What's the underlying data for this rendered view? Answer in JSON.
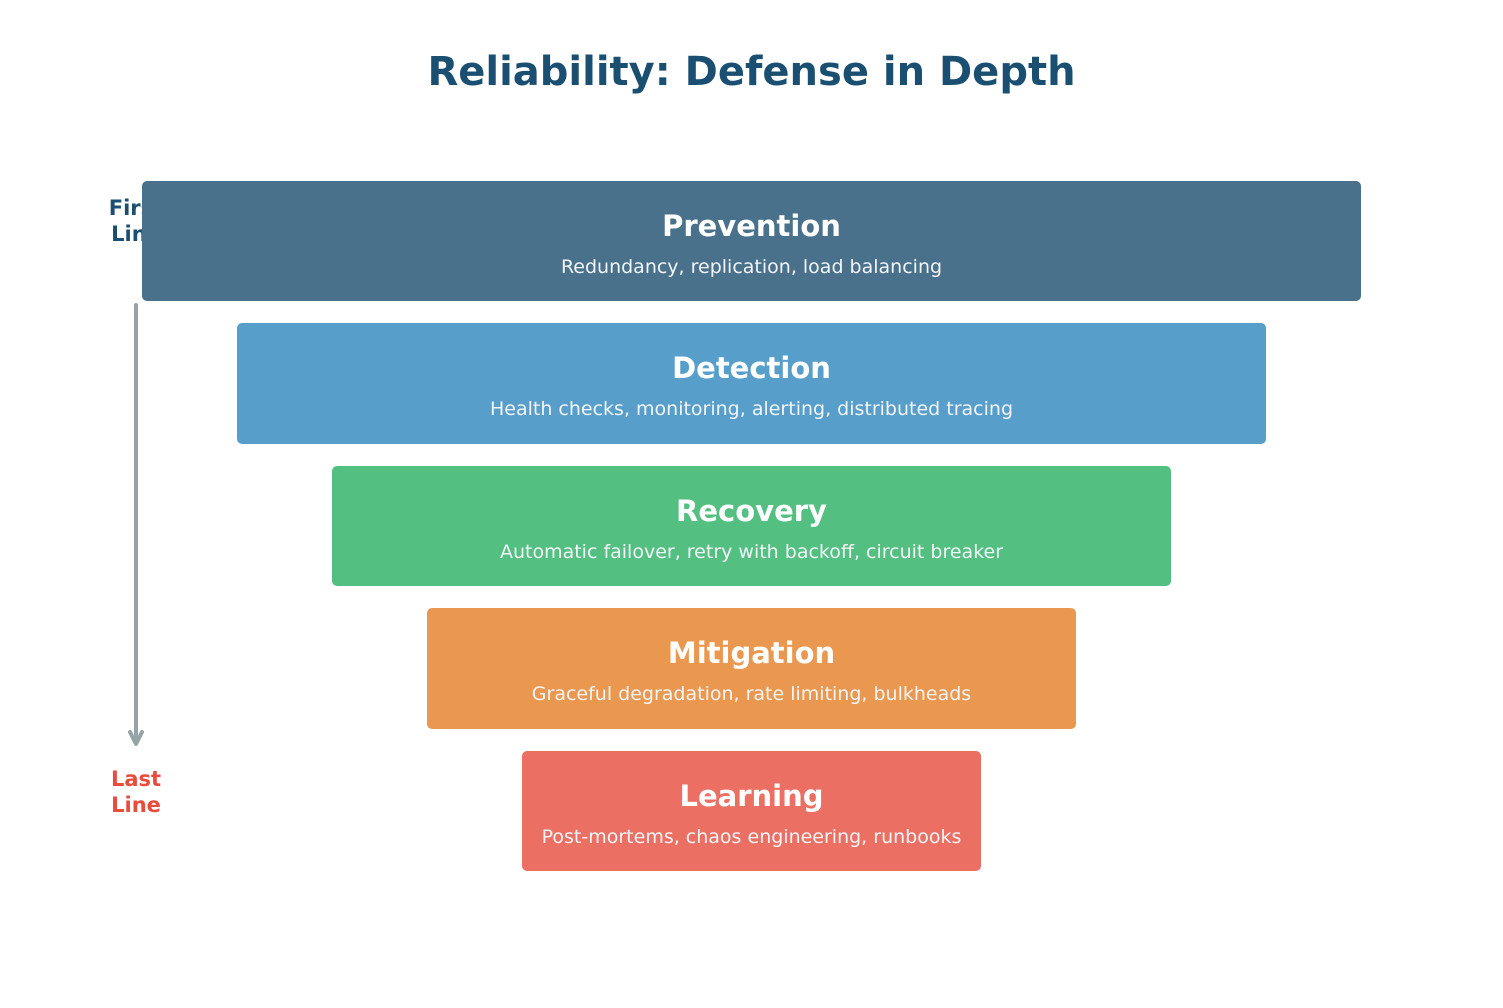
{
  "title": "Reliability: Defense in Depth",
  "first_label": "First\nLine",
  "last_label": "Last\nLine",
  "colors": {
    "title": "#1b4f72",
    "first_label": "#1b4f72",
    "last_label": "#e74c3c",
    "arrow": "#95a5a6"
  },
  "layers": [
    {
      "name": "Prevention",
      "description": "Redundancy, replication, load balancing",
      "color": "#4a718c"
    },
    {
      "name": "Detection",
      "description": "Health checks, monitoring, alerting, distributed tracing",
      "color": "#589ecb"
    },
    {
      "name": "Recovery",
      "description": "Automatic failover, retry with backoff, circuit breaker",
      "color": "#53bf80"
    },
    {
      "name": "Mitigation",
      "description": "Graceful degradation, rate limiting, bulkheads",
      "color": "#ea984f"
    },
    {
      "name": "Learning",
      "description": "Post-mortems, chaos engineering, runbooks",
      "color": "#eb6f63"
    }
  ]
}
